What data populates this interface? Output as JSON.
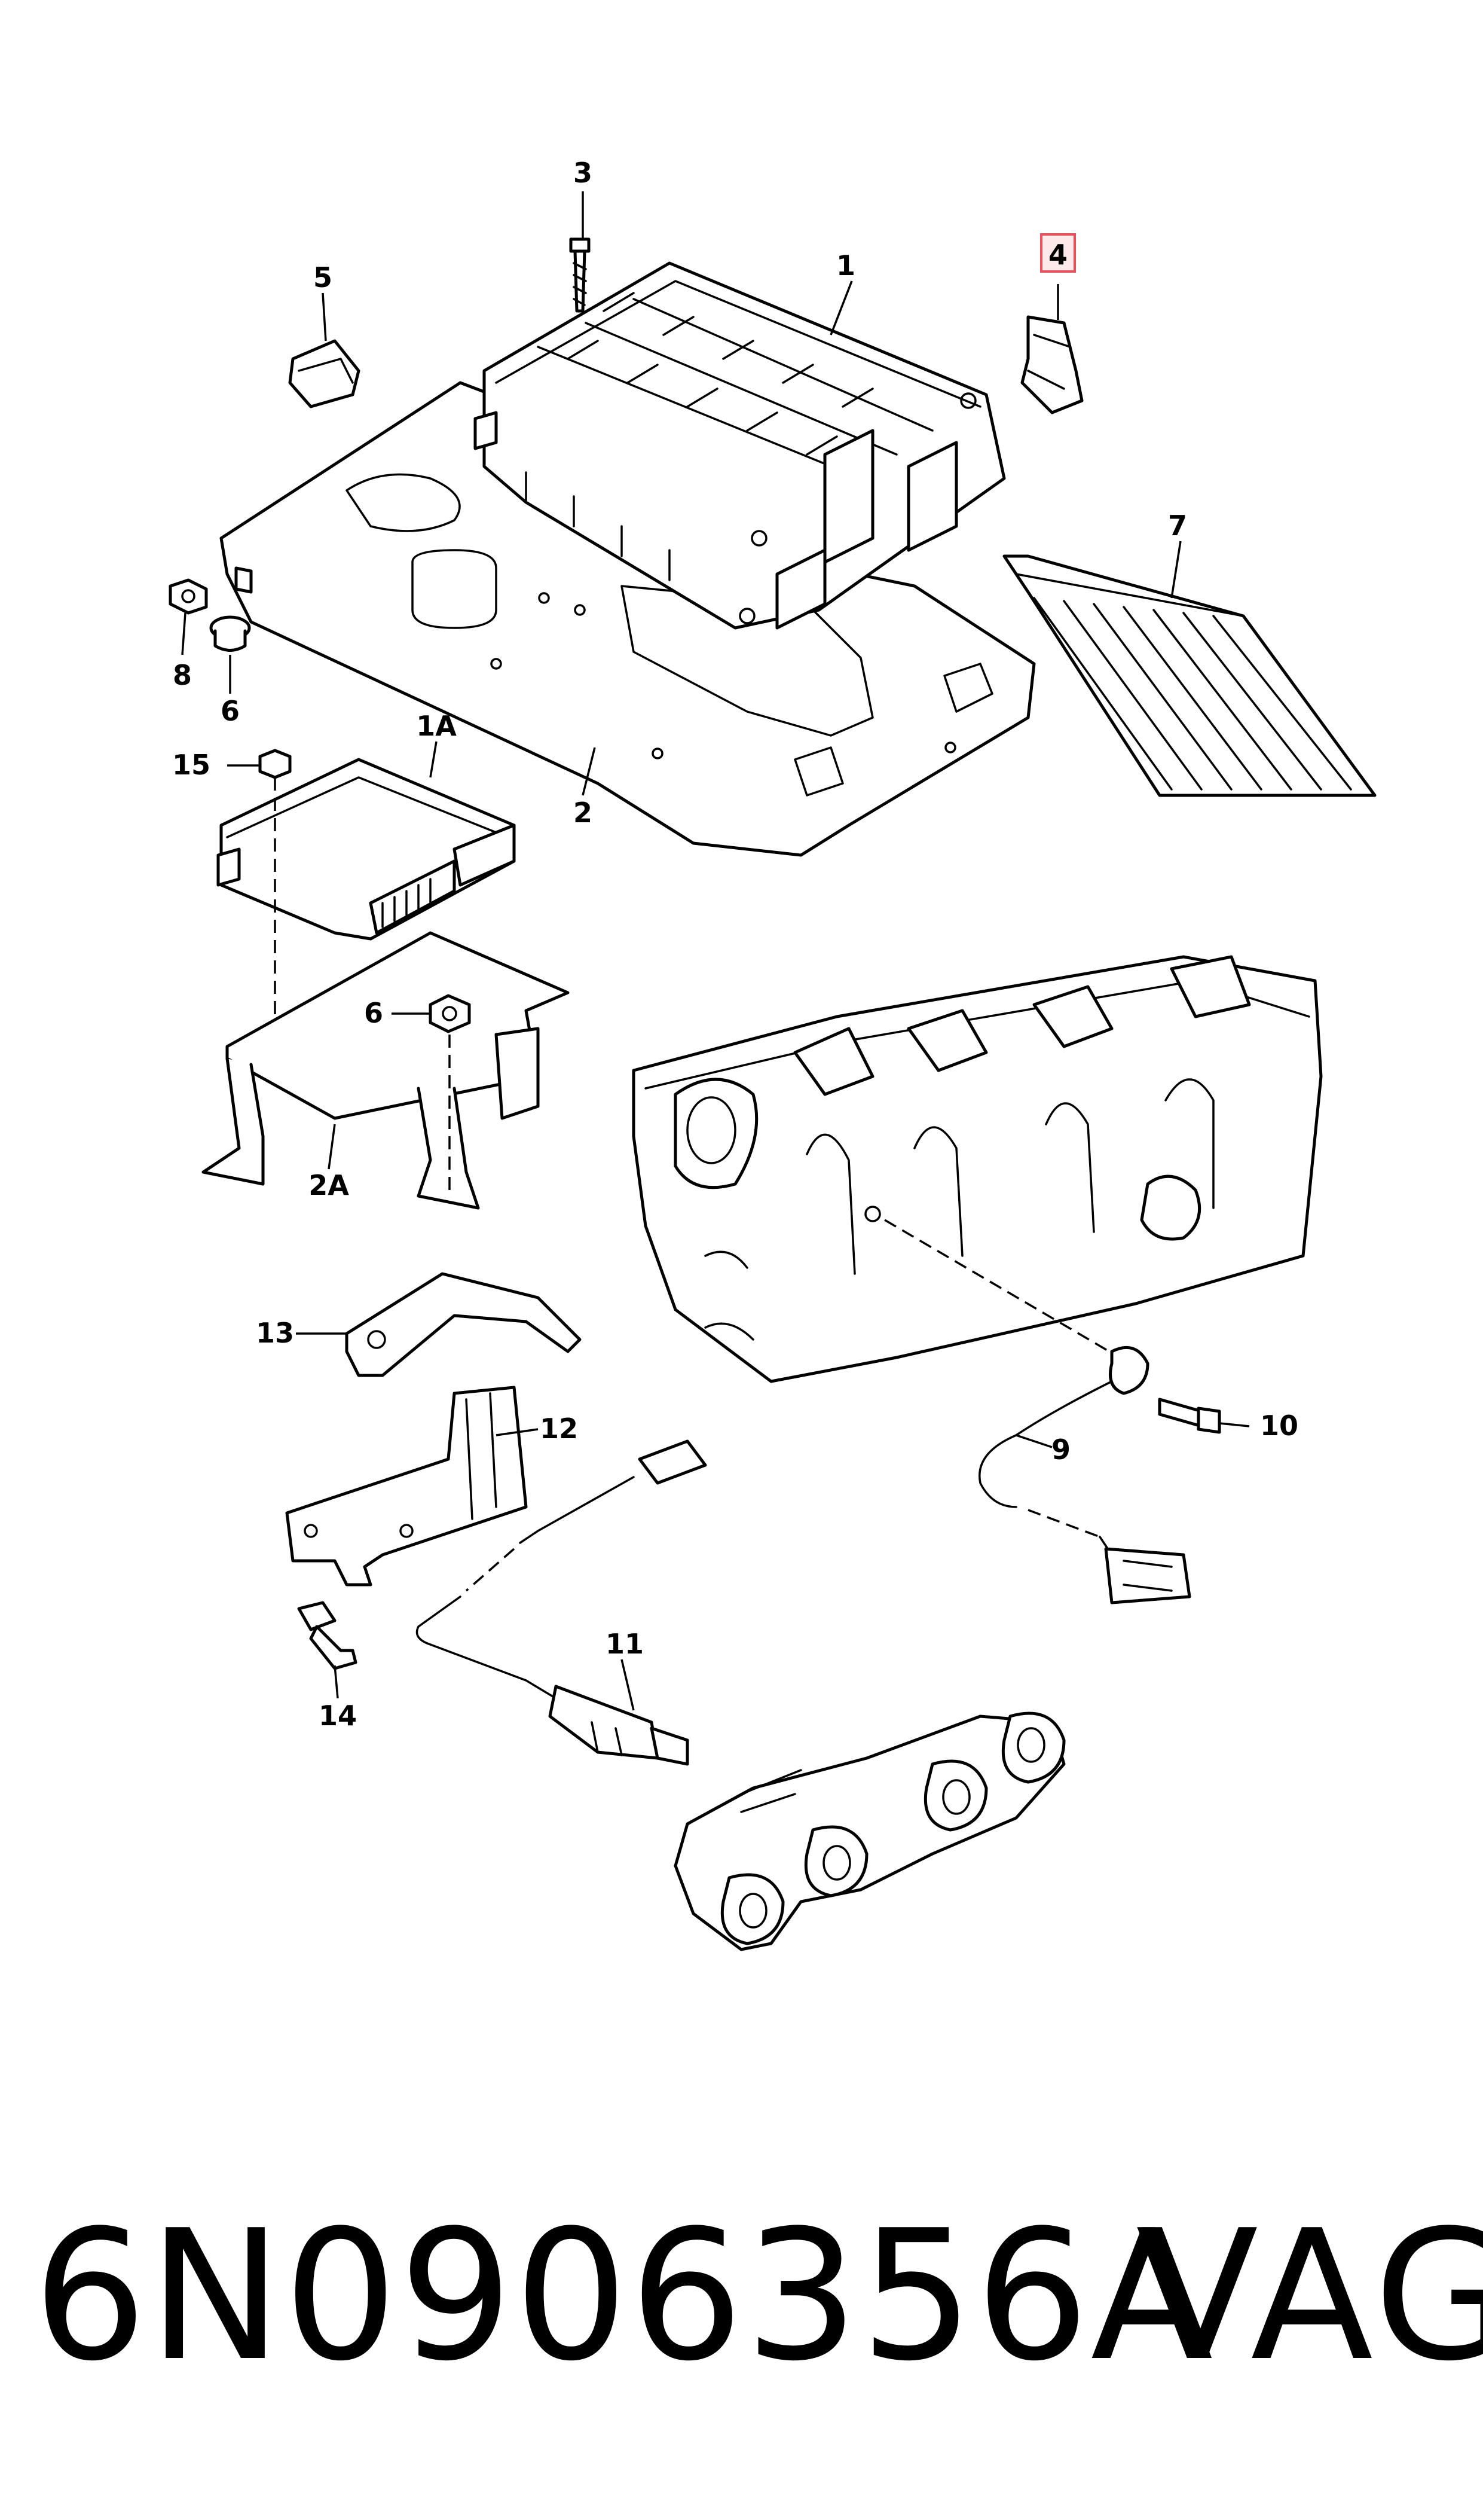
{
  "diagram": {
    "callouts": {
      "c1": "1",
      "c1A": "1A",
      "c2": "2",
      "c2A": "2A",
      "c3": "3",
      "c4": "4",
      "c5": "5",
      "c6a": "6",
      "c6b": "6",
      "c7": "7",
      "c8": "8",
      "c9": "9",
      "c10": "10",
      "c11": "11",
      "c12": "12",
      "c13": "13",
      "c14": "14",
      "c15": "15"
    },
    "highlight_color": "#e8505b",
    "highlighted_callout": "4"
  },
  "footer": {
    "part_number": "6N0906356A",
    "brand": "VAG"
  }
}
